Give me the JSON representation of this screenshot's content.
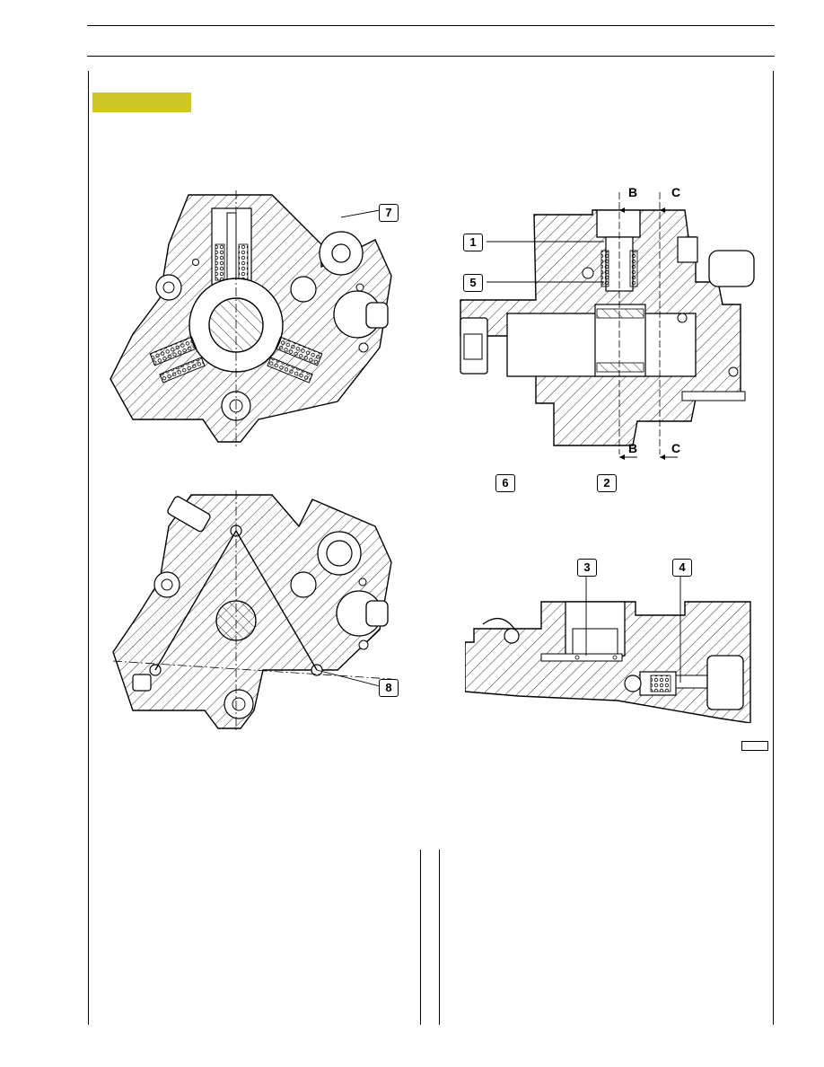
{
  "figure": {
    "callouts": [
      "1",
      "2",
      "3",
      "4",
      "5",
      "6",
      "7",
      "8"
    ],
    "section_marks": [
      "B",
      "C"
    ],
    "figure_code": ""
  },
  "colors": {
    "highlight": "#cfc62a",
    "ink": "#000000",
    "paper": "#ffffff"
  }
}
